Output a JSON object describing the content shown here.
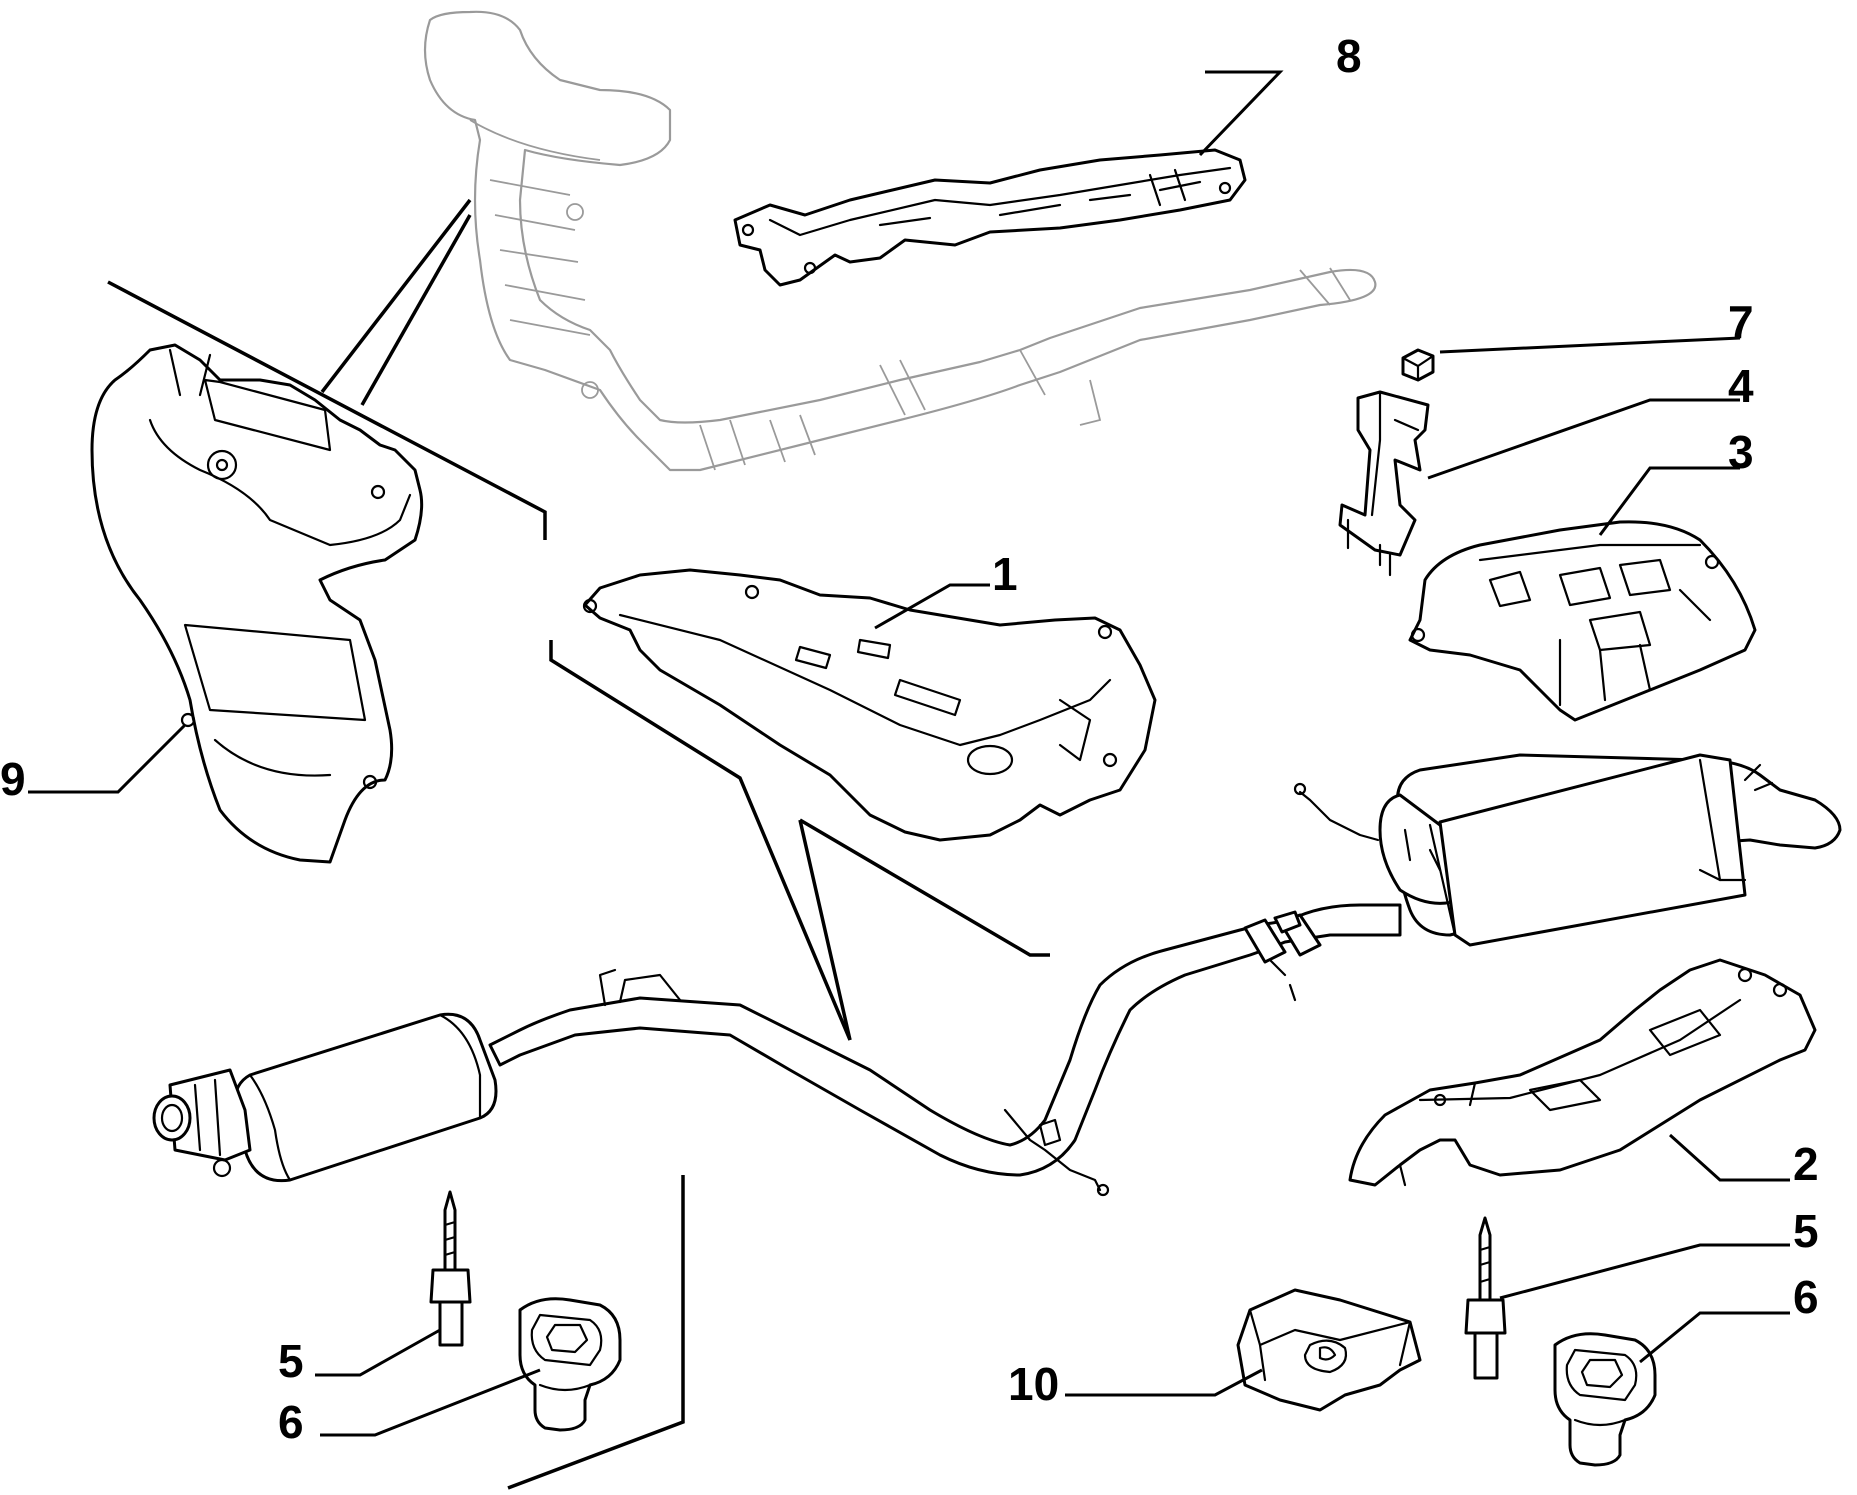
{
  "callouts": [
    {
      "label": "8"
    },
    {
      "label": "7"
    },
    {
      "label": "4"
    },
    {
      "label": "3"
    },
    {
      "label": "1"
    },
    {
      "label": "9"
    },
    {
      "label": "2"
    },
    {
      "label": "5"
    },
    {
      "label": "6"
    },
    {
      "label": "10"
    },
    {
      "label": "5"
    },
    {
      "label": "6"
    }
  ]
}
